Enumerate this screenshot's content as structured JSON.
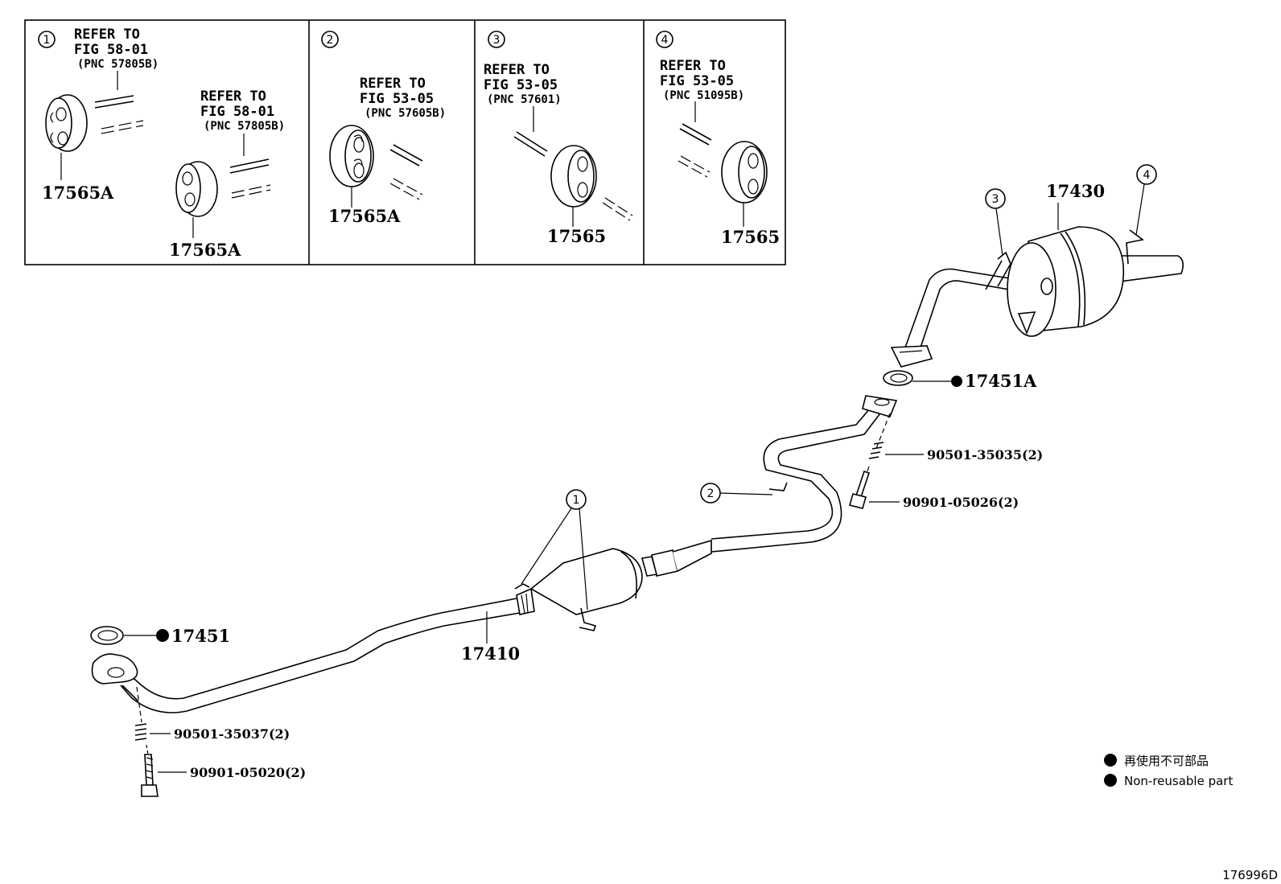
{
  "insets": [
    {
      "num": "1",
      "refers": [
        {
          "line1": "REFER TO",
          "line2": "FIG 58-01",
          "pnc": "(PNC 57805B)"
        },
        {
          "line1": "REFER TO",
          "line2": "FIG 58-01",
          "pnc": "(PNC 57805B)"
        }
      ],
      "parts": [
        "17565A",
        "17565A"
      ]
    },
    {
      "num": "2",
      "refers": [
        {
          "line1": "REFER TO",
          "line2": "FIG 53-05",
          "pnc": "(PNC 57605B)"
        }
      ],
      "parts": [
        "17565A"
      ]
    },
    {
      "num": "3",
      "refers": [
        {
          "line1": "REFER TO",
          "line2": "FIG 53-05",
          "pnc": "(PNC 57601)"
        }
      ],
      "parts": [
        "17565"
      ]
    },
    {
      "num": "4",
      "refers": [
        {
          "line1": "REFER TO",
          "line2": "FIG 53-05",
          "pnc": "(PNC 51095B)"
        }
      ],
      "parts": [
        "17565"
      ]
    }
  ],
  "callouts": [
    "1",
    "2",
    "3",
    "4"
  ],
  "parts": {
    "muffler": "17430",
    "gasket_rear": "17451A",
    "spring_rear": "90501-35035(2)",
    "bolt_rear": "90901-05026(2)",
    "gasket_front": "17451",
    "front_pipe": "17410",
    "spring_front": "90501-35037(2)",
    "bolt_front": "90901-05020(2)"
  },
  "legend": {
    "japanese": "再使用不可部品",
    "english": "Non-reusable part"
  },
  "figure_id": "176996D",
  "colors": {
    "ink": "#000000",
    "paper": "#ffffff"
  }
}
